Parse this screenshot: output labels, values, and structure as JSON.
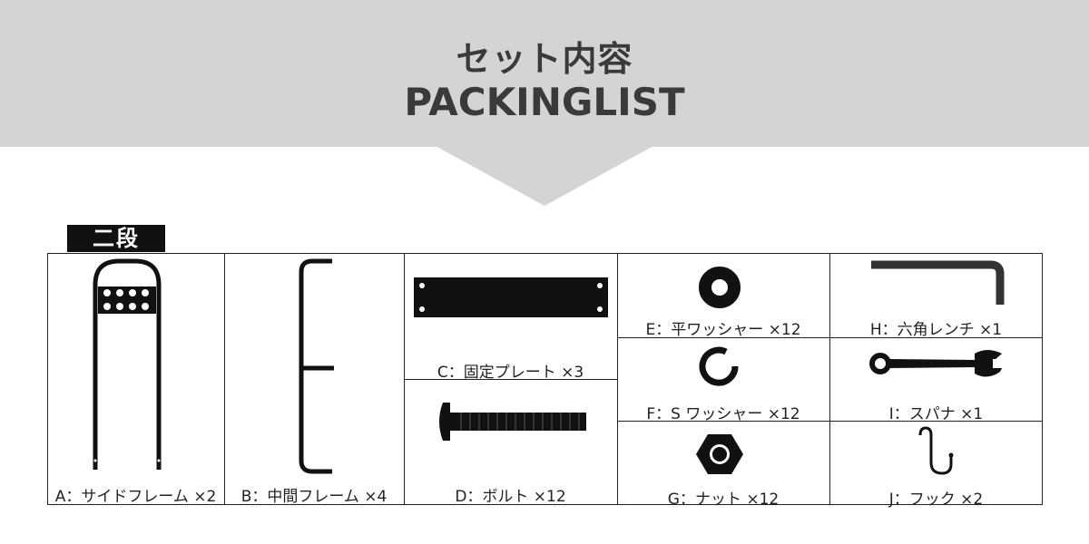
{
  "header": {
    "title_jp": "セット内容",
    "title_en": "PACKINGLIST"
  },
  "tag": "二段",
  "items": {
    "a": "A：サイドフレーム ×2",
    "b": "B：中間フレーム ×4",
    "c": "C：固定プレート ×3",
    "d": "D：ボルト ×12",
    "e": "E：平ワッシャー ×12",
    "f": "F：S ワッシャー ×12",
    "g": "G：ナット ×12",
    "h": "H：六角レンチ ×1",
    "i": "I：スパナ ×1",
    "j": "J：フック ×2"
  },
  "colors": {
    "banner": "#d4d4d4",
    "ink": "#222222",
    "parts": "#111111"
  }
}
